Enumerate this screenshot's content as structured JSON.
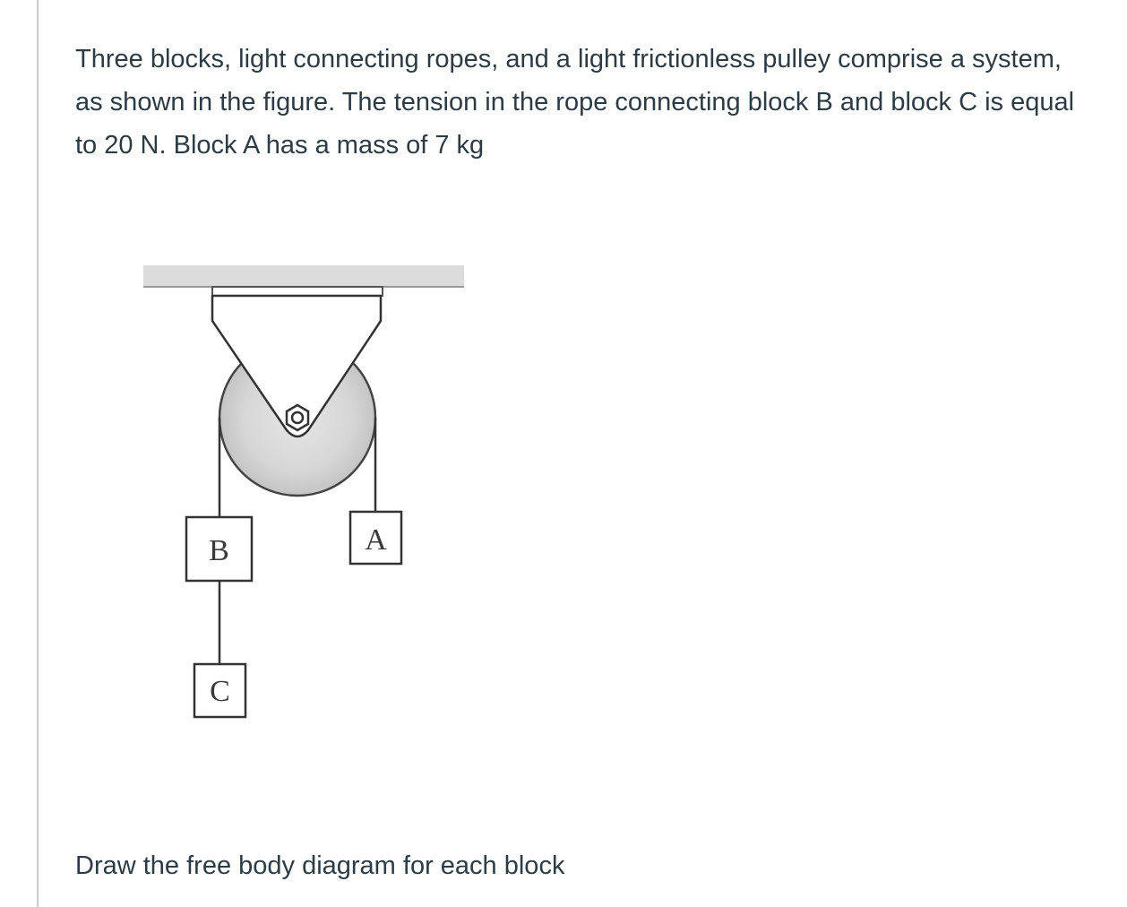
{
  "question": {
    "text": "Three blocks, light connecting ropes, and a light frictionless pulley comprise a system, as shown in the figure. The tension in the rope connecting block B and block C is equal to 20 N. Block A has a mass of 7 kg"
  },
  "figure": {
    "blocks": {
      "a_label": "A",
      "b_label": "B",
      "c_label": "C"
    }
  },
  "prompt": {
    "text": "Draw the free body diagram for each block"
  }
}
